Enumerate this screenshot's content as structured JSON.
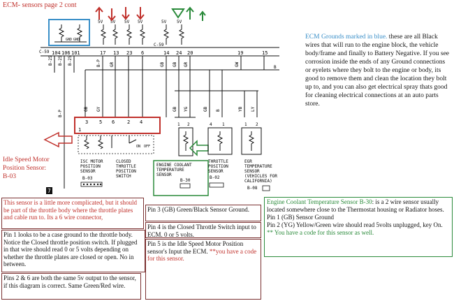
{
  "page": {
    "title": "ECM- sensors page 2 cont"
  },
  "ecm_grounds_note": {
    "lead": "ECM Grounds marked in blue.",
    "body": " these are all Black wires that will run to the engine block, the vehicle body/frame and finally to Battery Negative. If you see corrosion inside the ends of any Ground connections or eyelets where they bolt to the engine or body, its good to remove them and clean the location they bolt up to, and you can also get electrical spray thats good for cleaning electrical connections at an auto parts store."
  },
  "isc_label": {
    "line1": "Idle Speed Motor",
    "line2": "Position Sensor:",
    "line3": "B-03"
  },
  "notes": {
    "complicated": "This sensor is a little more complicated, but it should be part of the throttle body where the throttle plates and cable run to. Its a 6 wire connector,",
    "pin1": "Pin 1 looks to be a case ground to the throttle body. Notice the Closed throttle position switch. If plugged in that wire should read 0 or 5 volts depending on whether the throttle plates are closed or open. No in between.",
    "pins26": "Pins 2 & 6 are both the same 5v output to the sensor, if this diagram is correct. Same Green/Red wire.",
    "pin3": "Pin 3 (GB) Green/Black Sensor Ground.",
    "pin4": "Pin 4 is the Closed Throttle Switch input to ECM. 0 or 5 volts.",
    "pin5_main": "Pin 5 is the Idle Speed Motor Position sensor's Input the ECM. ",
    "pin5_extra": "**you have a code for this sensor."
  },
  "ect_note": {
    "title": "Engine Coolant Temperature Sensor B-30",
    "body1": ": is a 2 wire sensor usually located somewhere close to the Thermostat housing or Radiator hoses.",
    "pin1": "Pin 1 (GB) Sensor Ground",
    "pin2": "Pin 2 (YG) Yellow/Green wire should read 5volts unplugged, key On.",
    "code": "** You have a code for this sensor as well."
  },
  "diagram": {
    "connector_ids": [
      "C-59",
      "C-59"
    ],
    "top_pins": [
      "104",
      "106",
      "101",
      "17",
      "13",
      "23",
      "6",
      "14",
      "24",
      "20",
      "19",
      "15"
    ],
    "gnd_labels": [
      "GND",
      "GND"
    ],
    "v5_labels": [
      "5V",
      "5V",
      "5V",
      "5V",
      "5V",
      "5V"
    ],
    "wire_labels": [
      "B-25",
      "B-25",
      "B-25",
      "B-P",
      "B-P",
      "GB",
      "GY",
      "GR",
      "GB",
      "GB",
      "GR",
      "GW",
      "GB",
      "GB",
      "YG",
      "LY",
      "B",
      "B",
      "YB"
    ],
    "isc_pins": [
      "3",
      "5",
      "6",
      "2",
      "4",
      "1"
    ],
    "switch_labels": [
      "ON",
      "OFF"
    ],
    "isc_motor": [
      "ISC MOTOR",
      "POSITION",
      "SENSOR",
      "B-03"
    ],
    "closed_throttle": [
      "CLOSED",
      "THROTTLE",
      "POSITION",
      "SWITCH"
    ],
    "ect_sensor": [
      "ENGINE COOLANT",
      "TEMPERATURE",
      "SENSOR",
      "B-30"
    ],
    "tps_sensor": [
      "THROTTLE",
      "POSITION",
      "SENSOR",
      "B-02"
    ],
    "egr_sensor": [
      "EGR",
      "TEMPERATURE",
      "SENSOR",
      "(VEHICLES FOR",
      "CALIFORNIA)",
      "B-08"
    ],
    "ground_marker": "7",
    "connector_pins": [
      "1",
      "2",
      "3",
      "4"
    ]
  },
  "colors": {
    "red": "#c0302b",
    "green": "#2a8a3a",
    "blue": "#3a8fc8",
    "note_border": "#7a3030"
  }
}
